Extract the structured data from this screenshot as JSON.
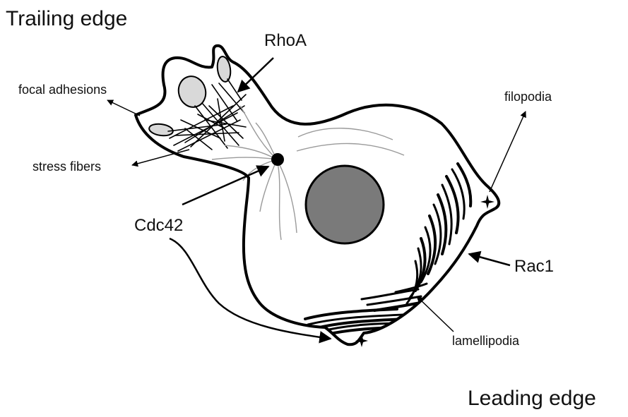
{
  "labels": {
    "trailing_edge": "Trailing edge",
    "leading_edge": "Leading edge",
    "rhoa": "RhoA",
    "focal_adhesions": "focal adhesions",
    "stress_fibers": "stress fibers",
    "cdc42": "Cdc42",
    "filopodia": "filopodia",
    "rac1": "Rac1",
    "lamellipodia": "lamellipodia"
  },
  "colors": {
    "outline": "#000000",
    "nucleus": "#7a7a7a",
    "focal_adhesion_fill": "#d9d9d9",
    "microtubule": "#9a9a9a"
  }
}
